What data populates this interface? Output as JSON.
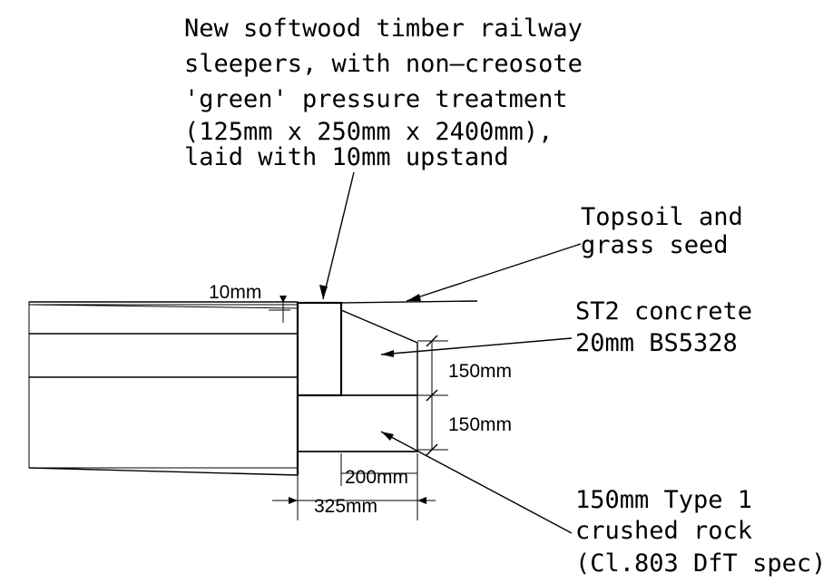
{
  "notes": {
    "sleepers": [
      "New softwood timber railway",
      "sleepers, with non—creosote",
      "'green' pressure treatment",
      "(125mm x 250mm x 2400mm),",
      "laid with 10mm upstand"
    ],
    "topsoil": [
      "Topsoil and",
      "grass seed"
    ],
    "concrete": [
      "ST2 concrete",
      "20mm BS5328"
    ],
    "rock": [
      "150mm Type 1",
      "crushed rock",
      "(Cl.803 DfT spec)"
    ]
  },
  "dimensions": {
    "upstand": "10mm",
    "concrete_depth": "150mm",
    "rock_depth": "150mm",
    "inner_width": "200mm",
    "overall_width": "325mm"
  }
}
